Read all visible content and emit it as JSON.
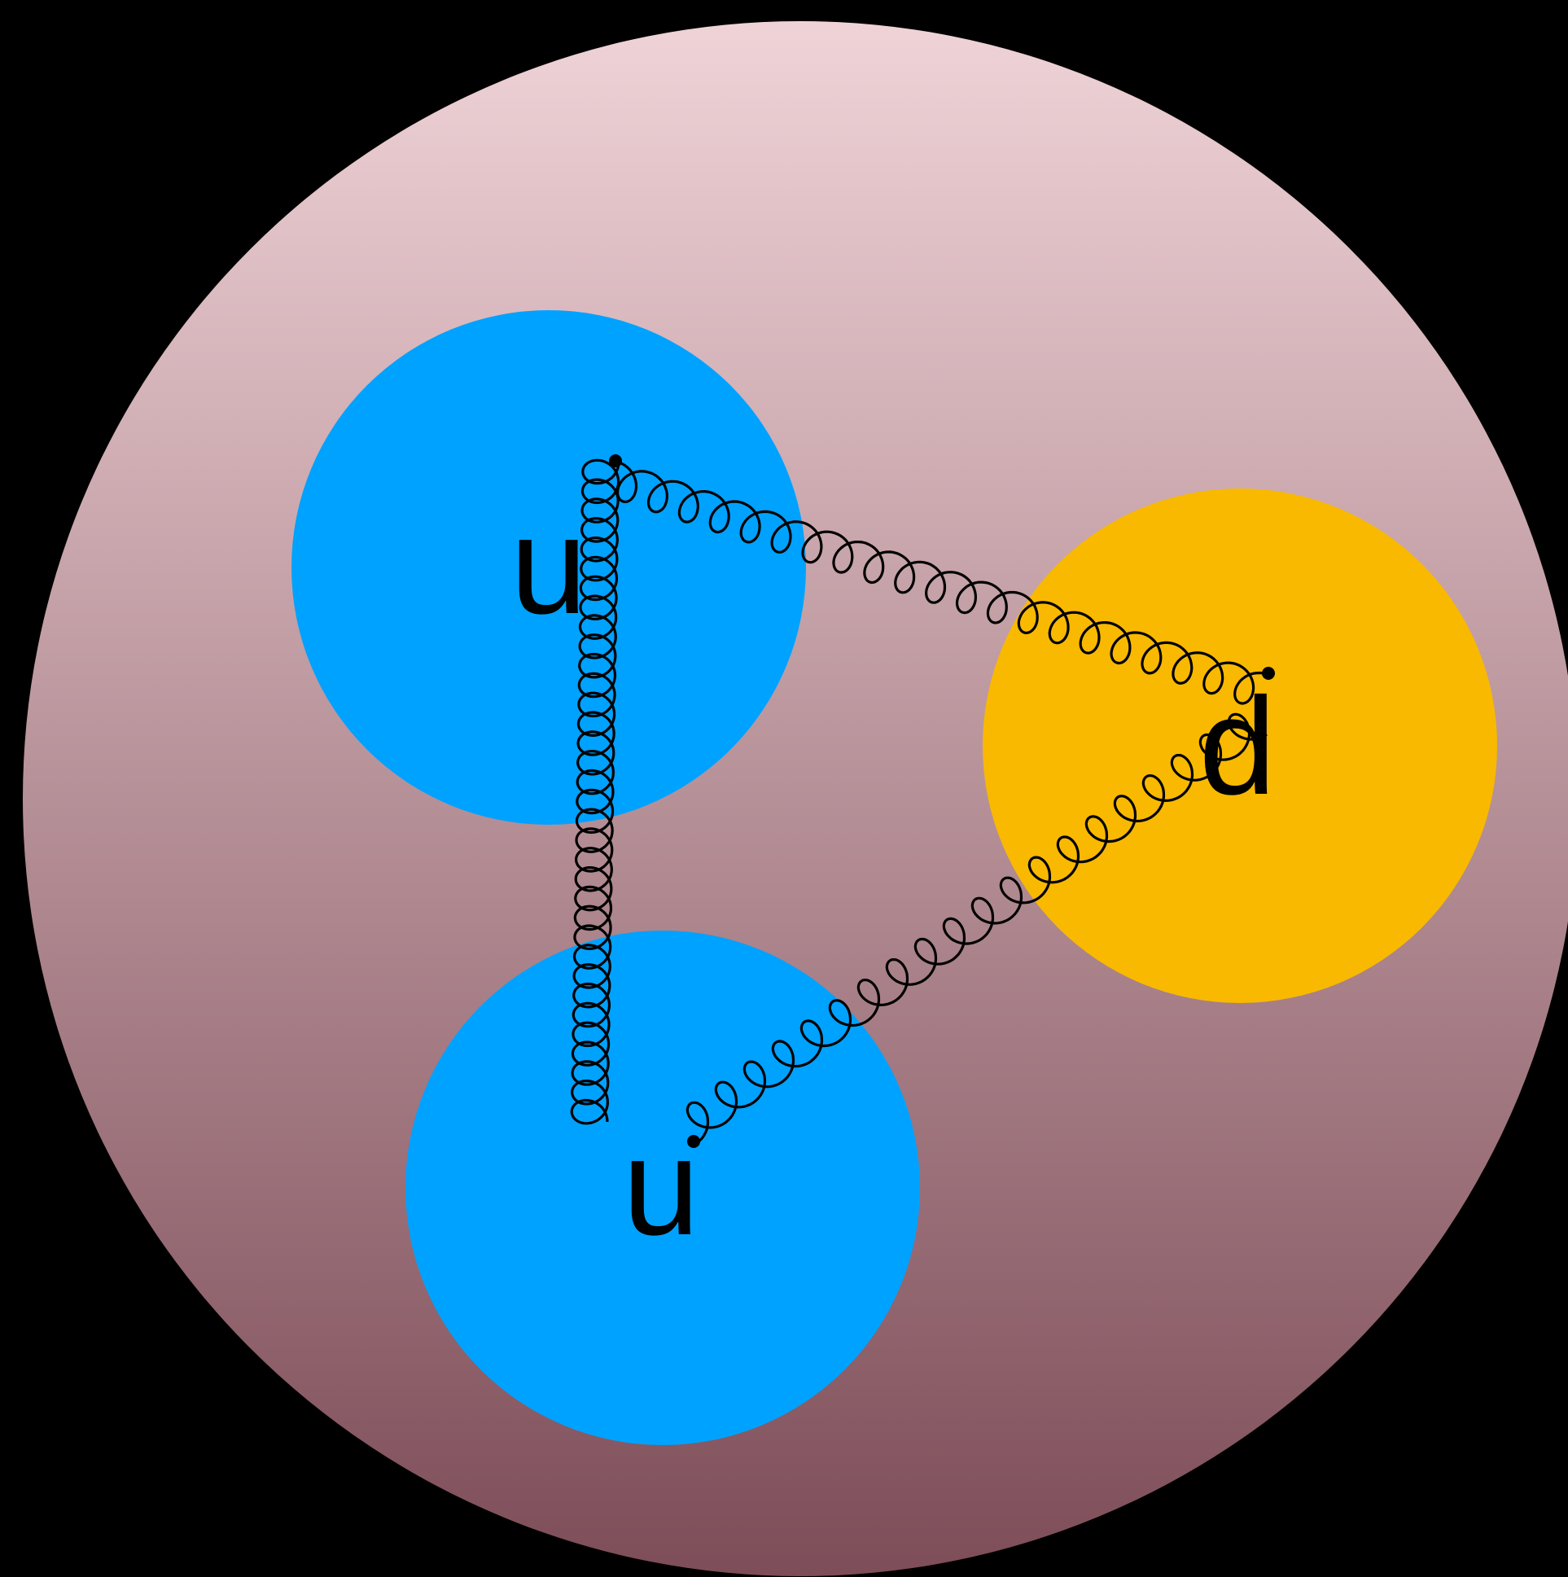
{
  "colors": {
    "background": "#000000",
    "proton_top": "#efd3d7",
    "proton_bottom": "#7d4d58",
    "up_quark": "#00a2ff",
    "down_quark": "#f8b900",
    "gluon": "#000000"
  },
  "quarks": [
    {
      "id": "quark-u-top",
      "label": "u",
      "flavor": "up"
    },
    {
      "id": "quark-u-bottom",
      "label": "u",
      "flavor": "up"
    },
    {
      "id": "quark-d",
      "label": "d",
      "flavor": "down"
    }
  ],
  "gluons": [
    {
      "id": "gluon-u-u",
      "from": "quark-u-top",
      "to": "quark-u-bottom"
    },
    {
      "id": "gluon-u-d",
      "from": "quark-u-top",
      "to": "quark-d"
    },
    {
      "id": "gluon-d-u",
      "from": "quark-d",
      "to": "quark-u-bottom"
    }
  ]
}
